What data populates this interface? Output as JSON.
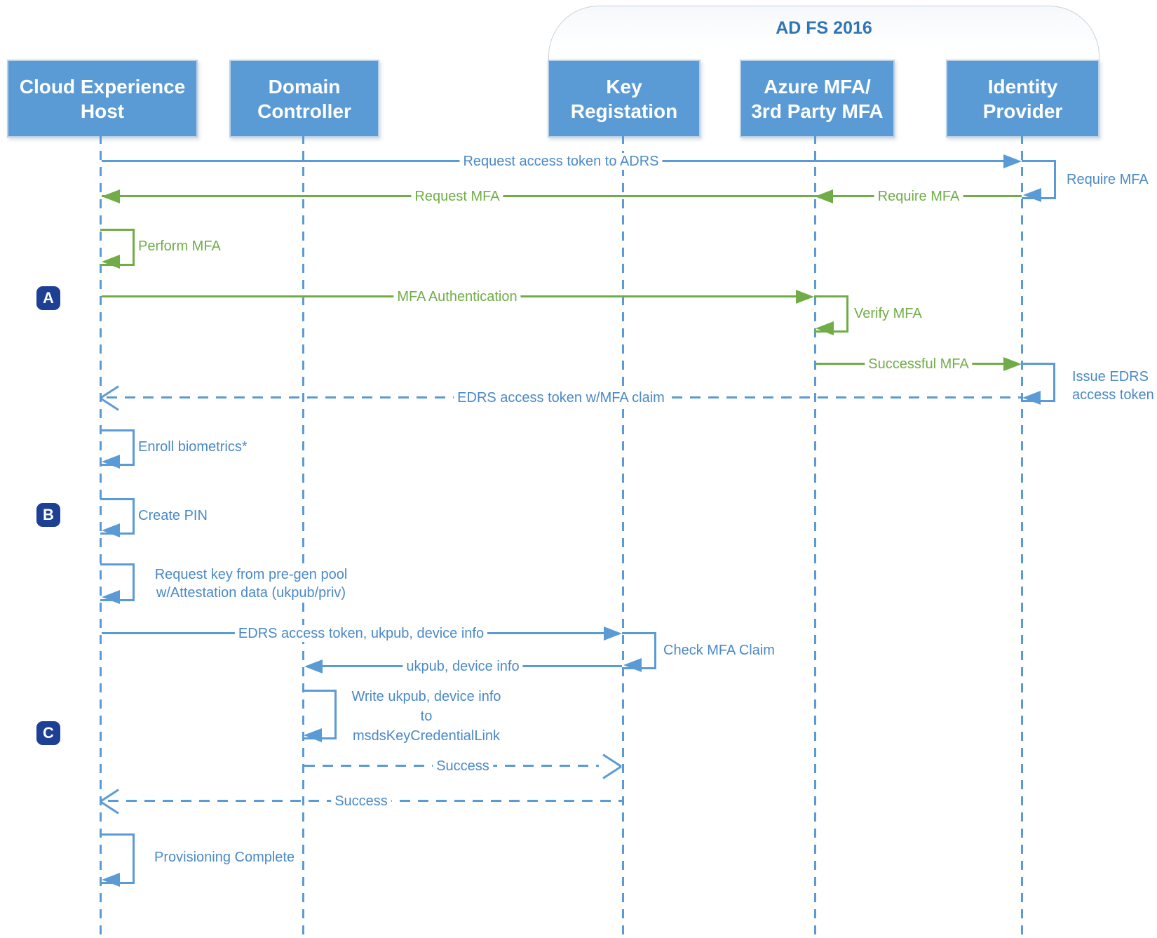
{
  "diagram": {
    "group_label": "AD FS 2016",
    "actors": [
      {
        "id": "cloud-experience-host",
        "line1": "Cloud Experience",
        "line2": "Host"
      },
      {
        "id": "domain-controller",
        "line1": "Domain",
        "line2": "Controller"
      },
      {
        "id": "key-registation",
        "line1": "Key",
        "line2": "Registation"
      },
      {
        "id": "azure-mfa",
        "line1": "Azure MFA/",
        "line2": "3rd Party MFA"
      },
      {
        "id": "identity-provider",
        "line1": "Identity",
        "line2": "Provider"
      }
    ],
    "badges": {
      "a": "A",
      "b": "B",
      "c": "C"
    },
    "messages": {
      "request_access_token": "Request access token to ADRS",
      "require_mfa_idp": "Require MFA",
      "require_mfa_green": "Require MFA",
      "request_mfa": "Request MFA",
      "perform_mfa": "Perform MFA",
      "mfa_authentication": "MFA Authentication",
      "verify_mfa": "Verify MFA",
      "successful_mfa": "Successful MFA",
      "issue_edrs_line1": "Issue EDRS",
      "issue_edrs_line2": "access token",
      "edrs_token_claim": "EDRS access token w/MFA claim",
      "enroll_biometrics": "Enroll biometrics*",
      "create_pin": "Create PIN",
      "request_key_line1": "Request key from pre-gen pool",
      "request_key_line2": "w/Attestation data (ukpub/priv)",
      "edrs_ukpub_device": "EDRS access token, ukpub, device info",
      "check_mfa_claim": "Check MFA Claim",
      "ukpub_device": "ukpub, device info",
      "write_ukpub_line1": "Write ukpub, device info",
      "write_ukpub_line2": "to",
      "write_ukpub_line3": "msdsKeyCredentialLink",
      "success_dc_kr": "Success",
      "success_kr_ceh": "Success",
      "provisioning_complete": "Provisioning Complete"
    },
    "colors": {
      "actor_fill": "#5B9BD5",
      "blue": "#5B9BD5",
      "green": "#70AD47",
      "badge": "#1D3F94",
      "label_blue": "#4A89C8",
      "group_label": "#2E75B6"
    }
  }
}
